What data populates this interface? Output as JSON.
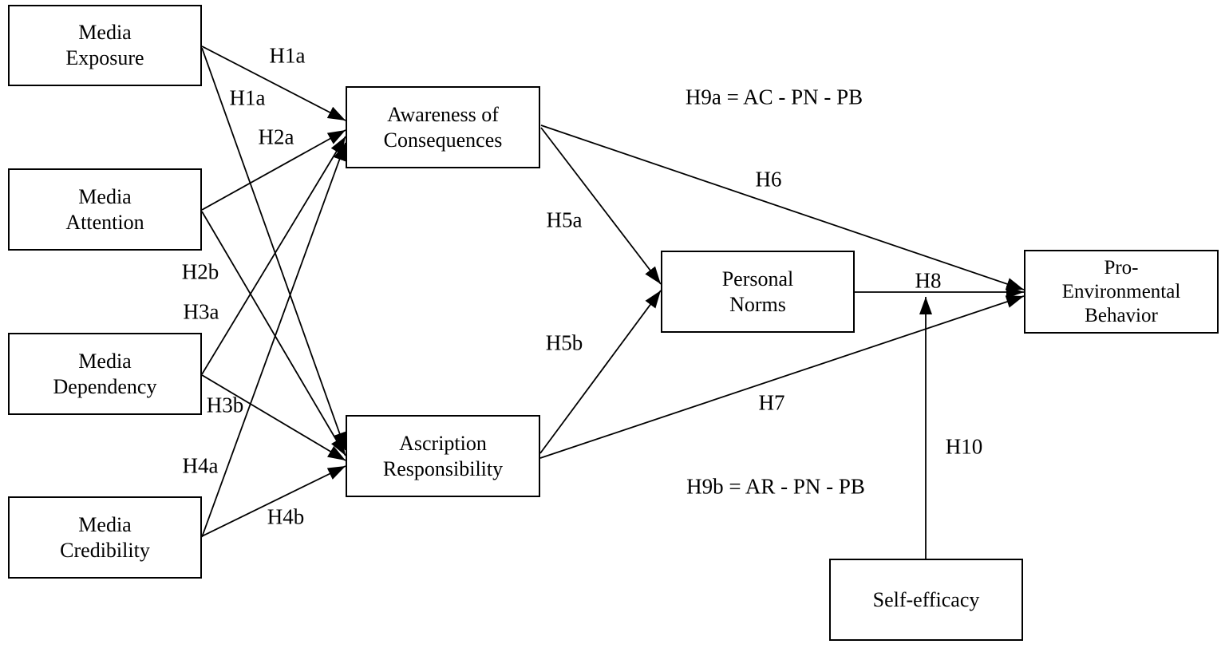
{
  "diagram": {
    "colors": {
      "background": "#ffffff",
      "stroke": "#000000",
      "text": "#000000"
    },
    "nodes": {
      "media_exposure": "Media\nExposure",
      "media_attention": "Media\nAttention",
      "media_dependency": "Media\nDependency",
      "media_credibility": "Media\nCredibility",
      "awareness_of_consequences": "Awareness of\nConsequences",
      "ascription_responsibility": "Ascription\nResponsibility",
      "personal_norms": "Personal\nNorms",
      "pro_environmental_behavior": "Pro-\nEnvironmental\nBehavior",
      "self_efficacy": "Self-efficacy"
    },
    "edge_labels": {
      "h1a_upper": "H1a",
      "h1a_lower": "H1a",
      "h2a": "H2a",
      "h2b": "H2b",
      "h3a": "H3a",
      "h3b": "H3b",
      "h4a": "H4a",
      "h4b": "H4b",
      "h5a": "H5a",
      "h5b": "H5b",
      "h6": "H6",
      "h7": "H7",
      "h8": "H8",
      "h10": "H10"
    },
    "annotations": {
      "h9a": "H9a = AC - PN - PB",
      "h9b": "H9b = AR - PN - PB"
    }
  }
}
